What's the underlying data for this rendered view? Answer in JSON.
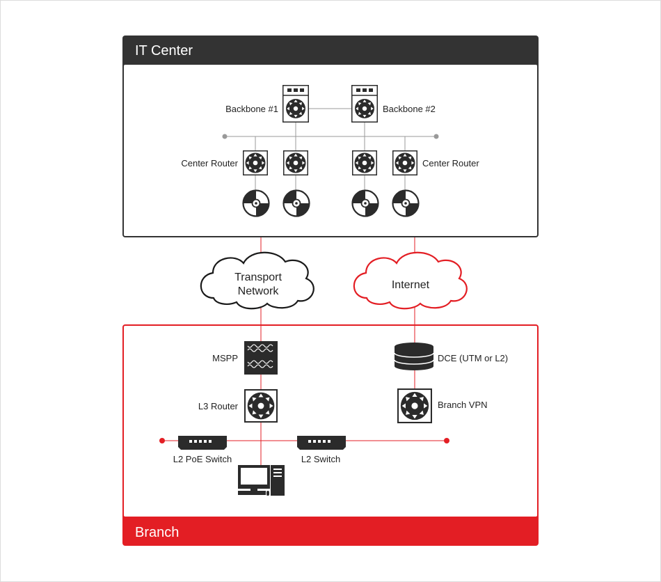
{
  "it_center": {
    "title": "IT Center",
    "backbone_1": "Backbone #1",
    "backbone_2": "Backbone #2",
    "center_router_left": "Center Router",
    "center_router_right": "Center Router"
  },
  "clouds": {
    "transport_line1": "Transport",
    "transport_line2": "Network",
    "internet": "Internet"
  },
  "branch": {
    "title": "Branch",
    "mspp": "MSPP",
    "l3_router": "L3 Router",
    "dce": "DCE (UTM or L2)",
    "branch_vpn": "Branch VPN",
    "l2_poe_switch": "L2 PoE Switch",
    "l2_switch": "L2 Switch"
  },
  "colors": {
    "dark_banner": "#333333",
    "accent_red": "#e31e24",
    "gray_line": "#999999",
    "icon_dark": "#2b2b2b"
  }
}
